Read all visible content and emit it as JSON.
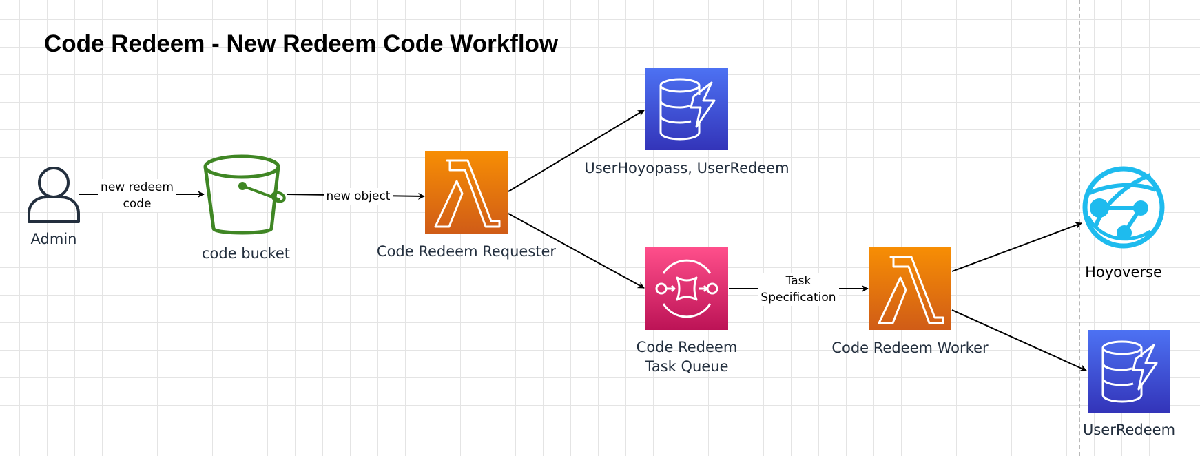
{
  "title": "Code Redeem - New Redeem Code Workflow",
  "nodes": {
    "admin": "Admin",
    "bucket": "code bucket",
    "requester": "Code Redeem Requester",
    "db_top": "UserHoyopass, UserRedeem",
    "queue_line1": "Code Redeem",
    "queue_line2": "Task Queue",
    "worker": "Code Redeem Worker",
    "hoyoverse": "Hoyoverse",
    "db_bottom": "UserRedeem"
  },
  "edges": {
    "admin_to_bucket_line1": "new redeem",
    "admin_to_bucket_line2": "code",
    "bucket_to_requester": "new object",
    "queue_to_worker_line1": "Task",
    "queue_to_worker_line2": "Specification"
  },
  "colors": {
    "lambda_orange_top": "#f78e04",
    "lambda_orange_bottom": "#d05c17",
    "dynamodb_blue_top": "#4d72f3",
    "dynamodb_blue_bottom": "#3334b9",
    "sqs_pink_top": "#ff4f8b",
    "sqs_pink_bottom": "#bc1356",
    "s3_green": "#3f8624",
    "globe_cyan": "#1ebbee",
    "admin_navy": "#232f3e"
  },
  "icons": {
    "admin": "user-icon",
    "bucket": "s3-bucket-icon",
    "requester": "lambda-icon",
    "db_top": "dynamodb-icon",
    "queue": "sqs-icon",
    "worker": "lambda-icon",
    "hoyoverse": "globe-icon",
    "db_bottom": "dynamodb-icon"
  }
}
